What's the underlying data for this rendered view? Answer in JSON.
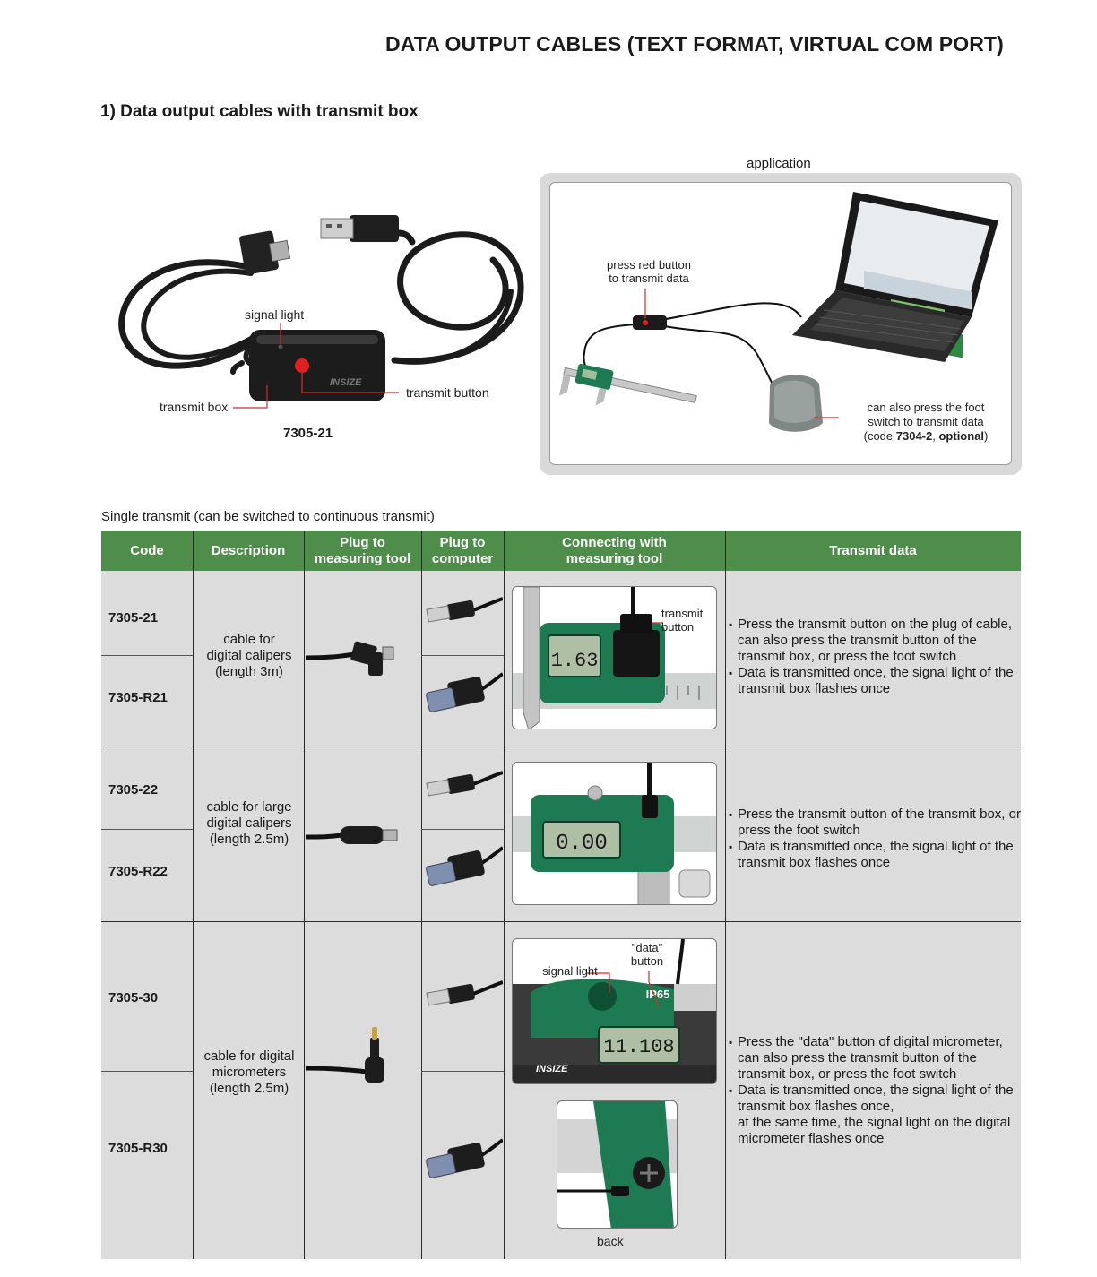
{
  "page_title": "DATA OUTPUT CABLES (TEXT FORMAT, VIRTUAL COM PORT)",
  "section_title": "1)  Data output cables with transmit box",
  "product": {
    "model": "7305-21",
    "labels": {
      "signal_light": "signal light",
      "transmit_box": "transmit box",
      "transmit_button": "transmit button",
      "logo_text": "INSIZE"
    }
  },
  "application": {
    "caption": "application",
    "press_red": "press red button\nto transmit data",
    "foot_line1": "can also press the foot",
    "foot_line2": "switch to transmit data",
    "foot_code_prefix": "(code ",
    "foot_code": "7304-2",
    "foot_sep": ", ",
    "foot_optional": "optional",
    "foot_suffix": ")"
  },
  "note": "Single transmit (can be switched to continuous transmit)",
  "table": {
    "headers": {
      "code": "Code",
      "description": "Description",
      "plug_tool": "Plug to\nmeasuring tool",
      "plug_computer": "Plug to\ncomputer",
      "connecting": "Connecting with\nmeasuring tool",
      "transmit": "Transmit data"
    },
    "groups": [
      {
        "codes": [
          "7305-21",
          "7305-R21"
        ],
        "description": "cable for\ndigital calipers\n(length 3m)",
        "photo_labels": {
          "transmit_button": "transmit\nbutton"
        },
        "display": "1.63",
        "transmit": [
          "Press the transmit button on the plug of cable, can also press the transmit button of  the transmit box, or press the foot switch",
          "Data is transmitted once, the signal light of the transmit box flashes once"
        ]
      },
      {
        "codes": [
          "7305-22",
          "7305-R22"
        ],
        "description": "cable for large\ndigital calipers\n(length 2.5m)",
        "display": "0.00",
        "transmit": [
          "Press the transmit button of the transmit box, or press the foot switch",
          "Data is transmitted once, the signal light of the transmit box flashes once"
        ]
      },
      {
        "codes": [
          "7305-30",
          "7305-R30"
        ],
        "description": "cable for digital\nmicrometers\n(length 2.5m)",
        "photo_labels": {
          "data_button": "\"data\"\nbutton",
          "signal_light": "signal light",
          "ip": "IP65",
          "brand": "INSIZE",
          "back": "back"
        },
        "display": "11.108",
        "transmit": [
          "Press the \"data\" button of digital micrometer, can also press the transmit button of the transmit box, or press the foot switch",
          "Data is transmitted once, the signal light of the transmit box flashes once,\nat the same time, the signal light on the digital micrometer flashes once"
        ]
      }
    ]
  },
  "colors": {
    "header_green": "#4e8e4a",
    "table_bg": "#dcdcdc",
    "tool_green": "#1e7a52",
    "button_red": "#e02020",
    "annotation_red": "#d42a2a"
  }
}
